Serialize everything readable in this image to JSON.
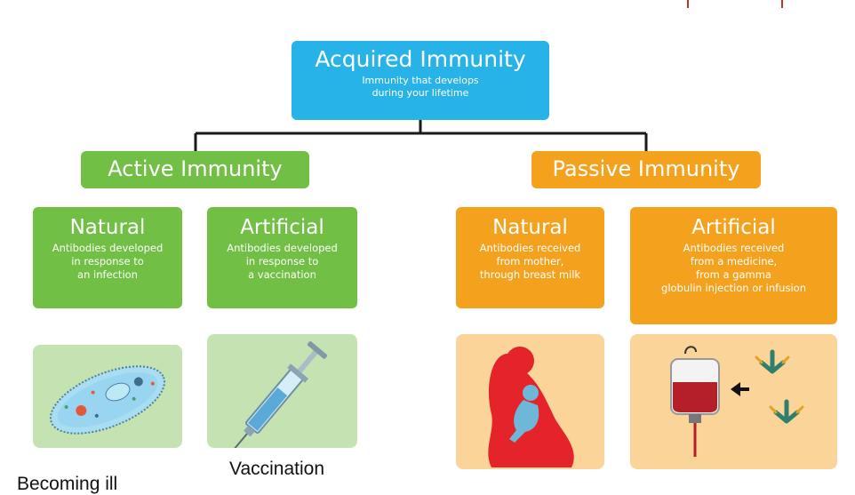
{
  "colors": {
    "blue": "#27b3e7",
    "green": "#71bf44",
    "orange": "#f4a21e",
    "light_green": "#c5e3b2",
    "light_orange": "#fbd49a",
    "connector": "#1a1a1a",
    "accent_red": "#c0302e"
  },
  "root": {
    "title": "Acquired Immunity",
    "subtitle": "Immunity that develops\nduring your lifetime"
  },
  "branches": {
    "active": {
      "label": "Active Immunity"
    },
    "passive": {
      "label": "Passive Immunity"
    }
  },
  "cards": {
    "active_natural": {
      "title": "Natural",
      "desc": "Antibodies developed\nin response to\nan infection",
      "icon": "bacterium-icon"
    },
    "active_artificial": {
      "title": "Artificial",
      "desc": "Antibodies developed\nin response to\na vaccination",
      "icon": "syringe-icon"
    },
    "passive_natural": {
      "title": "Natural",
      "desc": "Antibodies received\nfrom mother,\nthrough breast milk",
      "icon": "mother-baby-icon"
    },
    "passive_artificial": {
      "title": "Artificial",
      "desc": "Antibodies received\nfrom a medicine,\nfrom a gamma\nglobulin injection or infusion",
      "icon": "infusion-antibody-icon"
    }
  },
  "captions": {
    "becoming_ill": "Becoming ill",
    "vaccination": "Vaccination"
  }
}
